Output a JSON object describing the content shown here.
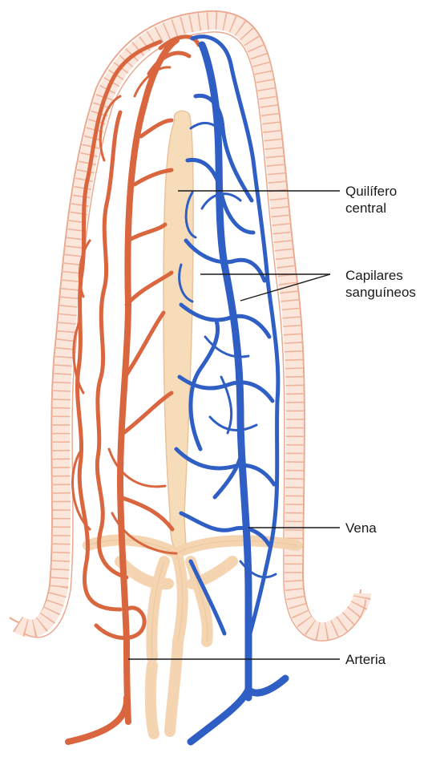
{
  "labels": {
    "central_lacteal": {
      "line1": "Quilífero",
      "line2": "central"
    },
    "blood_capillaries": {
      "line1": "Capilares",
      "line2": "sanguíneos"
    },
    "vein": "Vena",
    "artery": "Arteria"
  },
  "colors": {
    "artery": "#d9663e",
    "vein": "#2f5fc4",
    "lacteal": "#f6dcb8",
    "lacteal_edge": "#e8c49a",
    "epithelium_fill": "#fbe6dc",
    "epithelium_line": "#eba98f",
    "leader_line": "#1a1a1a"
  }
}
